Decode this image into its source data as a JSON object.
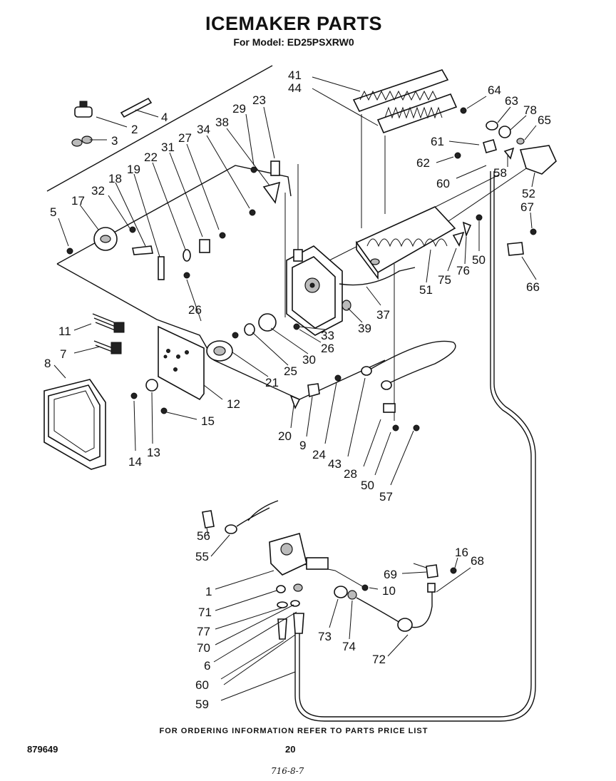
{
  "header": {
    "title": "ICEMAKER PARTS",
    "subtitle": "For Model: ED25PSXRW0"
  },
  "footer": {
    "note": "FOR ORDERING INFORMATION REFER TO PARTS PRICE LIST",
    "doc_number": "879649",
    "page_number": "20",
    "handwritten": "716-8-7"
  },
  "callouts": [
    "41",
    "44",
    "23",
    "29",
    "38",
    "34",
    "27",
    "31",
    "22",
    "19",
    "18",
    "32",
    "17",
    "5",
    "2",
    "3",
    "4",
    "64",
    "63",
    "78",
    "65",
    "61",
    "62",
    "60",
    "58",
    "52",
    "67",
    "66",
    "50",
    "76",
    "75",
    "51",
    "37",
    "39",
    "33",
    "26",
    "30",
    "25",
    "21",
    "12",
    "11",
    "7",
    "8",
    "14",
    "13",
    "15",
    "20",
    "9",
    "24",
    "43",
    "28",
    "57",
    "56",
    "55",
    "1",
    "71",
    "77",
    "70",
    "6",
    "59",
    "73",
    "74",
    "72",
    "10",
    "69",
    "16",
    "68"
  ]
}
